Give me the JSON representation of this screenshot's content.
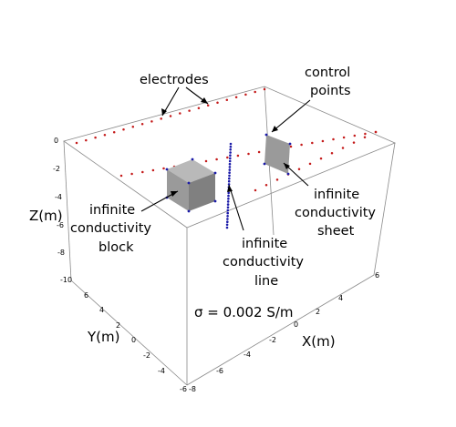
{
  "axes": {
    "x_label": "X(m)",
    "y_label": "Y(m)",
    "z_label": "Z(m)",
    "z_ticks": [
      "0",
      "-2",
      "-4",
      "-6",
      "-8",
      "-10"
    ],
    "y_ticks": [
      "6",
      "4",
      "2",
      "0",
      "-2",
      "-4",
      "-6"
    ],
    "x_ticks": [
      "-8",
      "-6",
      "-4",
      "-2",
      "0",
      "2",
      "4",
      "6"
    ]
  },
  "annotations": {
    "electrodes": "electrodes",
    "control_points_1": "control",
    "control_points_2": "points",
    "block_1": "infinite",
    "block_2": "conductivity",
    "block_3": "block",
    "line_1": "infinite",
    "line_2": "conductivity",
    "line_3": "line",
    "sheet_1": "infinite",
    "sheet_2": "conductivity",
    "sheet_3": "sheet",
    "sigma": "σ = 0.002 S/m"
  },
  "colors": {
    "electrode": "#c41a1a",
    "control_point": "#1a1aa8",
    "conductor_face": "#9a9a9a",
    "conductor_top": "#b9b9b9",
    "conductor_side": "#7f7f7f",
    "frame": "#8a8a8a"
  }
}
